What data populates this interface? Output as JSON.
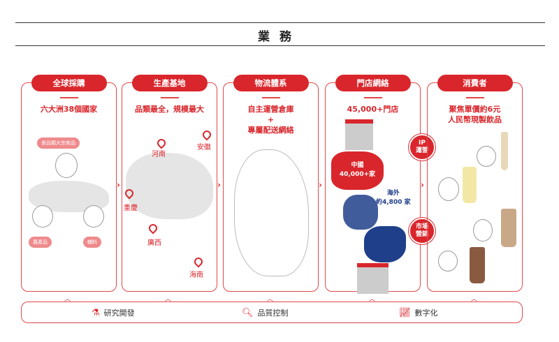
{
  "title": "業務",
  "panels": [
    {
      "header": "全球採購",
      "subtitle": "六大洲38個國家",
      "tags": [
        "食品類大宗商品",
        "農產品",
        "輔料"
      ]
    },
    {
      "header": "生產基地",
      "subtitle": "品類最全，規模最大",
      "locations": [
        "河南",
        "安徽",
        "重慶",
        "廣西",
        "海南"
      ]
    },
    {
      "header": "物流體系",
      "subtitle_lines": [
        "自主運營倉庫",
        "+",
        "專屬配送網絡"
      ]
    },
    {
      "header": "門店網絡",
      "subtitle": "45,000+門店",
      "china_label": "中國",
      "china_count": "40,000+家",
      "overseas_label": "海外",
      "overseas_count": "約4,800 家"
    },
    {
      "header": "消費者",
      "subtitle_lines": [
        "聚焦單價約6元",
        "人民幣現製飲品"
      ]
    }
  ],
  "badges": [
    {
      "lines": [
        "IP",
        "運營"
      ]
    },
    {
      "lines": [
        "市場",
        "營銷"
      ]
    }
  ],
  "bottom": [
    {
      "label": "研究開發",
      "icon": "microscope-icon"
    },
    {
      "label": "品質控制",
      "icon": "magnifier-icon"
    },
    {
      "label": "數字化",
      "icon": "digital-chart-icon"
    }
  ],
  "colors": {
    "accent": "#d9262c",
    "overseas": "#1f3f8a"
  }
}
